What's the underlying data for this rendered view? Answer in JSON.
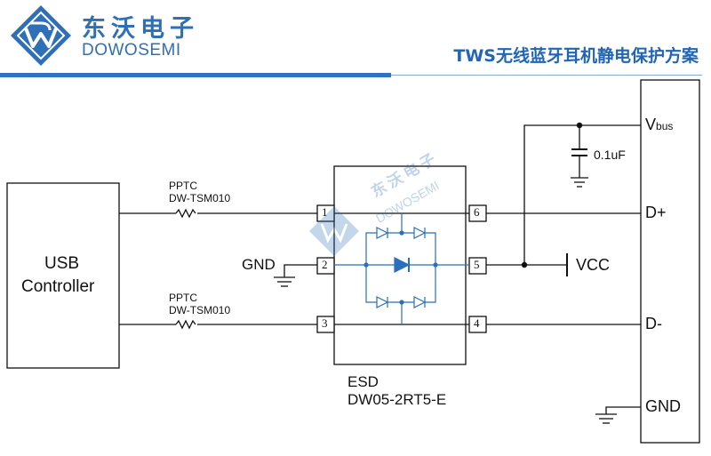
{
  "header": {
    "brand_cn": "东沃电子",
    "brand_en": "DOWOSEMI",
    "title": "TWS无线蓝牙耳机静电保护方案"
  },
  "controller": {
    "line1": "USB",
    "line2": "Controller"
  },
  "pptc_top": {
    "type": "PPTC",
    "part": "DW-TSM010"
  },
  "pptc_bottom": {
    "type": "PPTC",
    "part": "DW-TSM010"
  },
  "left_gnd": "GND",
  "esd": {
    "label": "ESD",
    "part": "DW05-2RT5-E",
    "pins": [
      "1",
      "2",
      "3",
      "4",
      "5",
      "6"
    ],
    "watermark_cn": "东沃电子",
    "watermark_en": "DOWOSEMI"
  },
  "capacitor": "0.1uF",
  "vcc": "VCC",
  "connector": {
    "vbus_main": "V",
    "vbus_sub": "bus",
    "dplus": "D+",
    "dminus": "D-",
    "gnd": "GND"
  },
  "colors": {
    "brand": "#2f6fb7",
    "diode": "#2a6ebd",
    "wire": "#111111"
  }
}
